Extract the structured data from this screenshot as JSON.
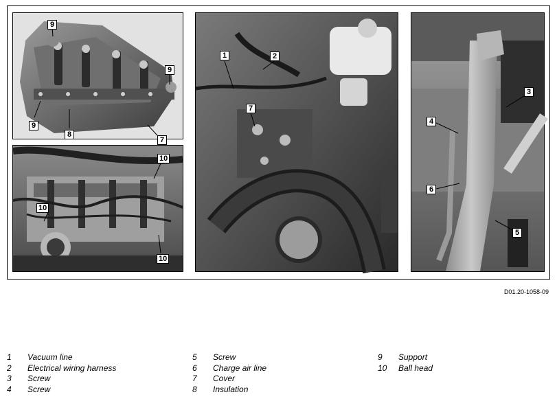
{
  "figure_id": "D01.20-1058-09",
  "callouts": {
    "p1": [
      "9",
      "9",
      "9",
      "8",
      "7"
    ],
    "p2": [
      "10",
      "10",
      "10"
    ],
    "p3": [
      "1",
      "2",
      "7"
    ],
    "p4": [
      "3",
      "4",
      "6",
      "5"
    ]
  },
  "legend": [
    [
      {
        "num": "1",
        "text": "Vacuum line"
      },
      {
        "num": "2",
        "text": "Electrical wiring harness"
      },
      {
        "num": "3",
        "text": "Screw"
      },
      {
        "num": "4",
        "text": "Screw"
      }
    ],
    [
      {
        "num": "5",
        "text": "Screw"
      },
      {
        "num": "6",
        "text": "Charge air line"
      },
      {
        "num": "7",
        "text": "Cover"
      },
      {
        "num": "8",
        "text": "Insulation"
      }
    ],
    [
      {
        "num": "9",
        "text": "Support"
      },
      {
        "num": "10",
        "text": "Ball head"
      }
    ]
  ]
}
